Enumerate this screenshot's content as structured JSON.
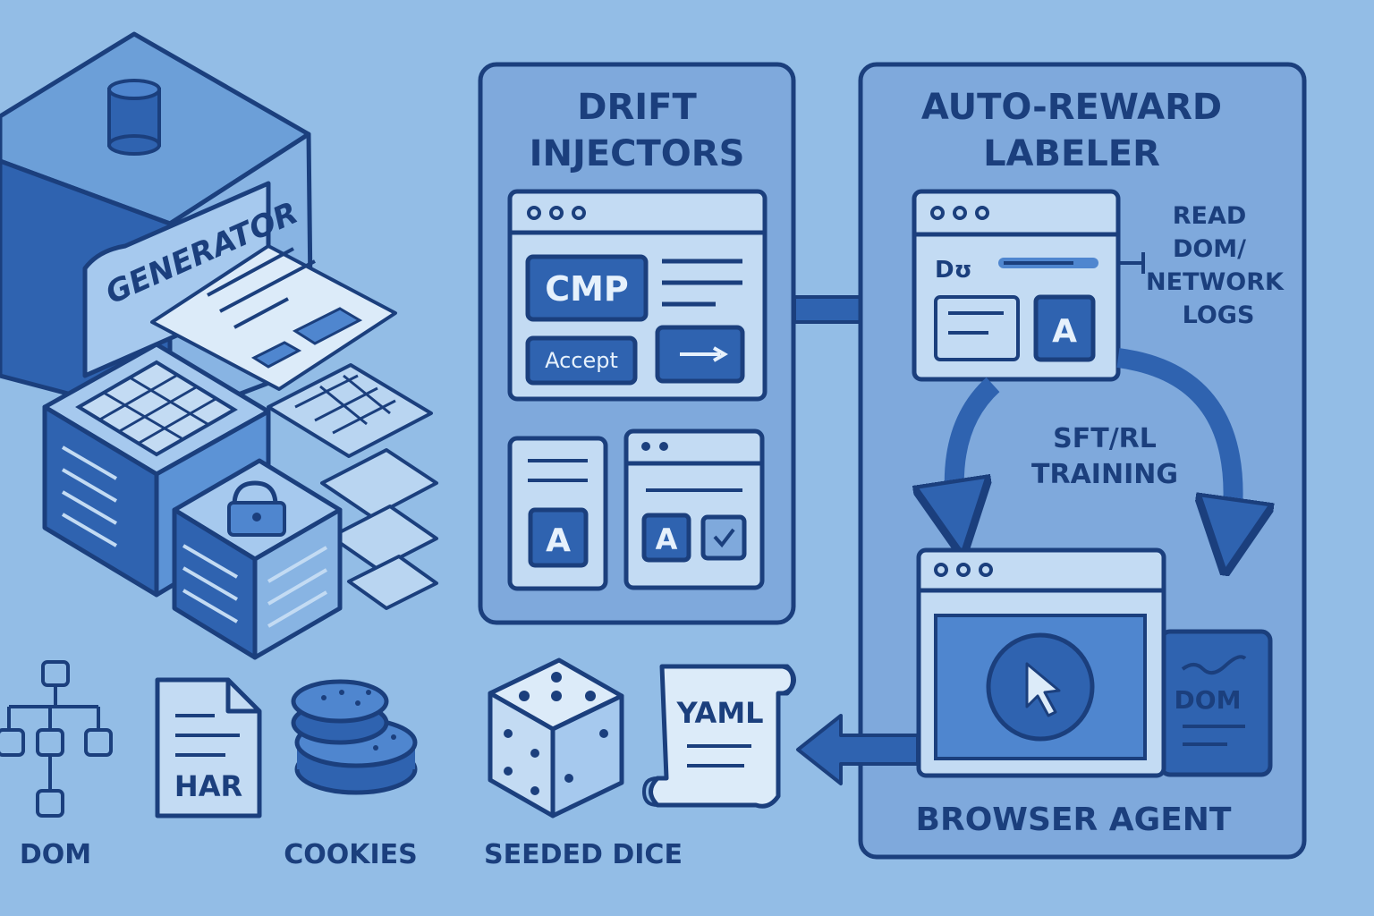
{
  "generator": {
    "label": "GENERATOR"
  },
  "drift_panel": {
    "title_line1": "DRIFT",
    "title_line2": "INJECTORS",
    "cmp_label": "CMP",
    "accept_label": "Accept",
    "card_letter_left": "A",
    "card_letter_right": "A"
  },
  "reward_panel": {
    "title_line1": "AUTO-REWARD",
    "title_line2": "LABELER",
    "dom_fragment": "Dʊ",
    "letter": "A",
    "read_line1": "READ",
    "read_line2": "DOM/",
    "read_line3": "NETWORK",
    "read_line4": "LOGS",
    "training_line1": "SFT/RL",
    "training_line2": "TRAINING",
    "dom_card_label": "DOM",
    "agent_label": "BROWSER AGENT"
  },
  "artifacts": {
    "dom_label": "DOM",
    "har_label": "HAR",
    "cookies_label": "COOKIES",
    "yaml_label": "YAML",
    "dice_label": "SEEDED DICE"
  },
  "colors": {
    "background": "#93bde6",
    "stroke": "#1b3f7d",
    "panel_fill": "#7fa9dc",
    "light_fill": "#c3dbf3",
    "dark_fill": "#2f63b0"
  }
}
